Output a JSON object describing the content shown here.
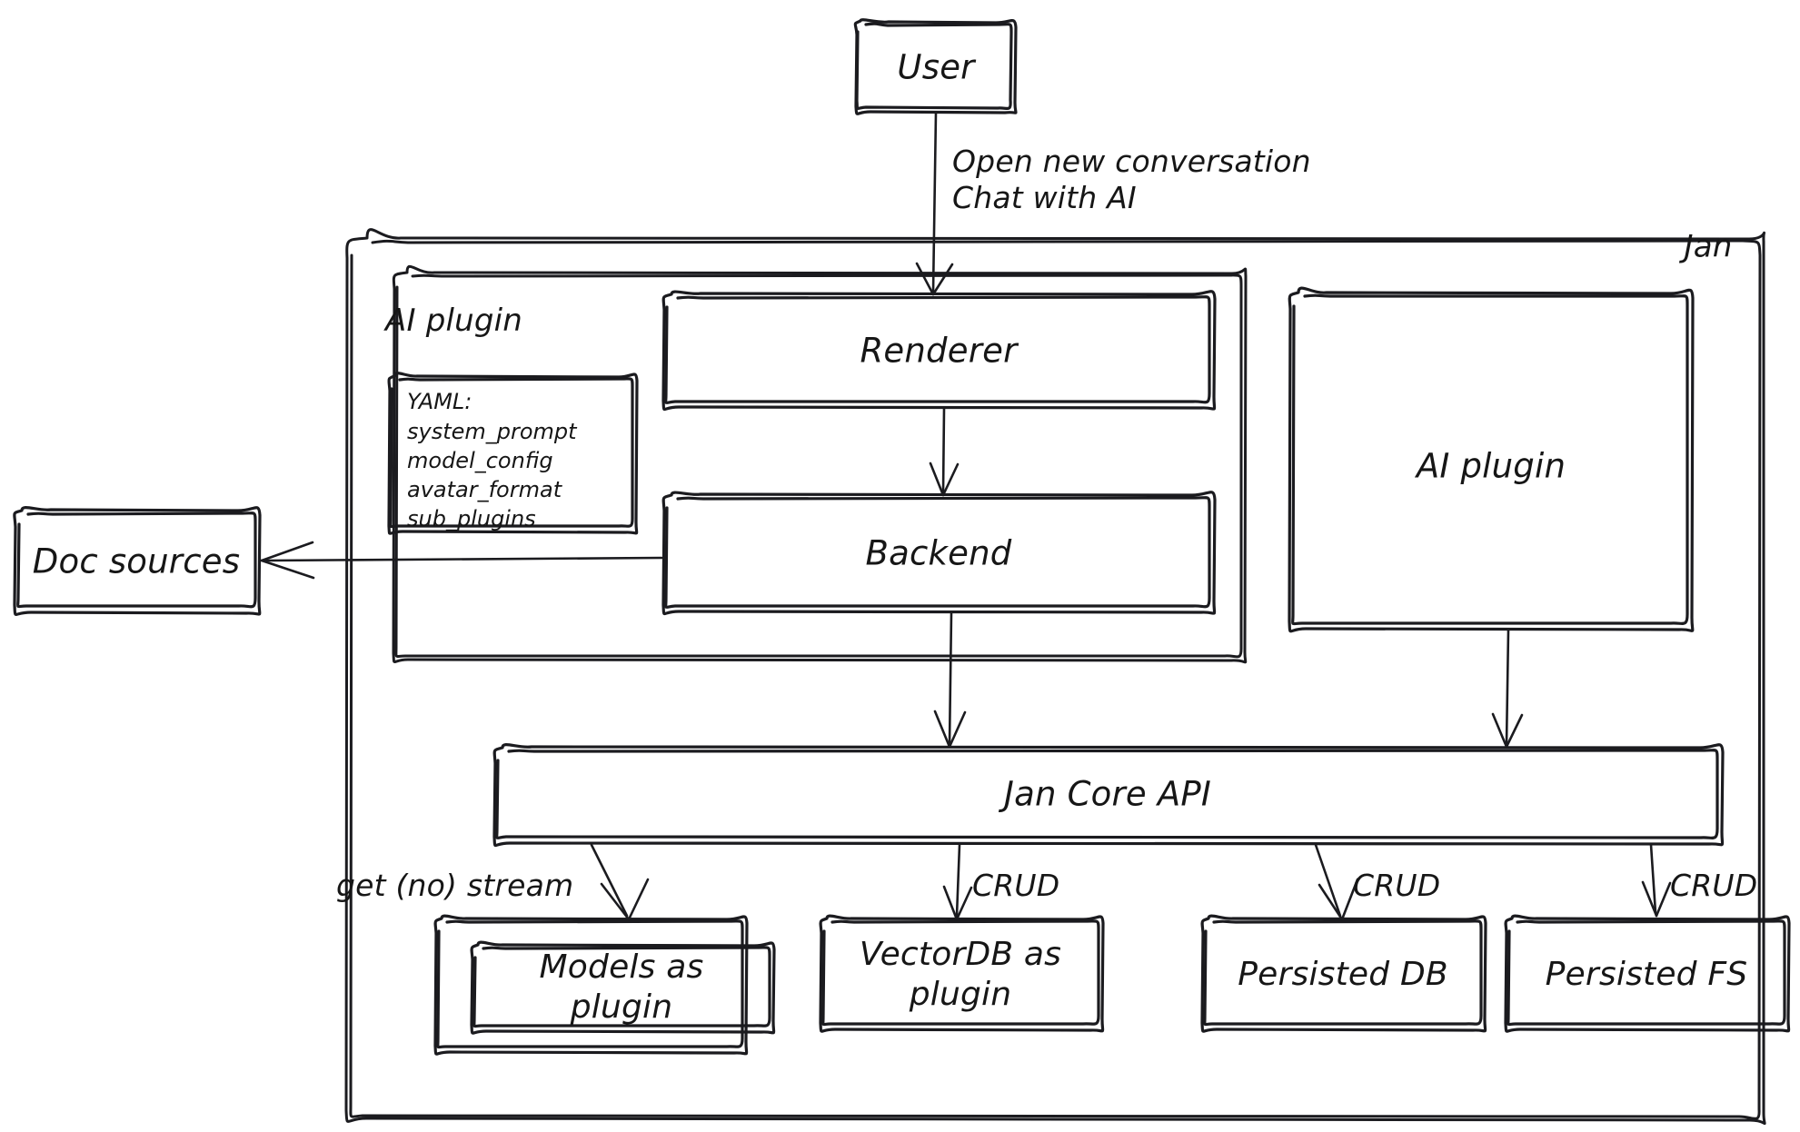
{
  "diagram": {
    "title": "Jan architecture diagram",
    "style": "hand-drawn",
    "stroke_color": "#1b1b1f",
    "background_color": "#ffffff",
    "containers": [
      {
        "id": "jan",
        "label": "Jan",
        "label_position": "top-right"
      },
      {
        "id": "ai-plugin-group",
        "label": "AI plugin",
        "label_position": "top-left"
      }
    ],
    "nodes": [
      {
        "id": "user",
        "label": "User"
      },
      {
        "id": "renderer",
        "label": "Renderer"
      },
      {
        "id": "backend",
        "label": "Backend"
      },
      {
        "id": "ai-plugin",
        "label": "AI plugin"
      },
      {
        "id": "doc-sources",
        "label": "Doc sources"
      },
      {
        "id": "jan-core-api",
        "label": "Jan Core API"
      },
      {
        "id": "models-as-plugin",
        "label": "Models as\nplugin"
      },
      {
        "id": "vectordb-as-plugin",
        "label": "VectorDB as\nplugin"
      },
      {
        "id": "persisted-db",
        "label": "Persisted DB"
      },
      {
        "id": "persisted-fs",
        "label": "Persisted FS"
      }
    ],
    "yaml_note": {
      "header": "YAML:",
      "items": [
        "system_prompt",
        "model_config",
        "avatar_format",
        "sub_plugins"
      ]
    },
    "edges": [
      {
        "id": "user-to-renderer",
        "from": "user",
        "to": "renderer",
        "label": "Open new conversation\nChat with AI"
      },
      {
        "id": "renderer-to-backend",
        "from": "renderer",
        "to": "backend",
        "label": ""
      },
      {
        "id": "backend-to-doc-sources",
        "from": "backend",
        "to": "doc-sources",
        "label": ""
      },
      {
        "id": "backend-to-core",
        "from": "backend",
        "to": "jan-core-api",
        "label": ""
      },
      {
        "id": "ai-plugin-to-core",
        "from": "ai-plugin",
        "to": "jan-core-api",
        "label": ""
      },
      {
        "id": "core-to-models",
        "from": "jan-core-api",
        "to": "models-as-plugin",
        "label": "get (no) stream"
      },
      {
        "id": "core-to-vectordb",
        "from": "jan-core-api",
        "to": "vectordb-as-plugin",
        "label": "CRUD"
      },
      {
        "id": "core-to-persisted-db",
        "from": "jan-core-api",
        "to": "persisted-db",
        "label": "CRUD"
      },
      {
        "id": "core-to-persisted-fs",
        "from": "jan-core-api",
        "to": "persisted-fs",
        "label": "CRUD"
      }
    ]
  }
}
